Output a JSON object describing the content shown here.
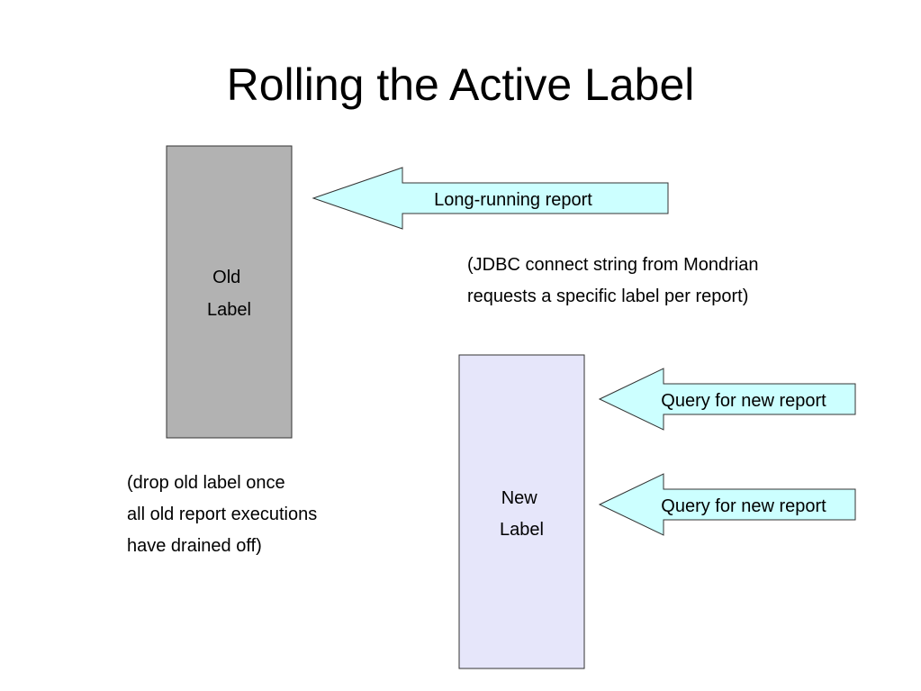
{
  "slide": {
    "title": "Rolling the Active Label"
  },
  "old_label_box": {
    "line1": "Old",
    "line2": "Label",
    "fill": "#b2b2b2"
  },
  "new_label_box": {
    "line1": "New",
    "line2": "Label",
    "fill": "#e6e6fa"
  },
  "arrows": {
    "fill": "#ccffff",
    "long_running": "Long-running report",
    "query_1": "Query for new report",
    "query_2": "Query for new report"
  },
  "notes": {
    "jdbc": {
      "line1": "(JDBC connect string from Mondrian",
      "line2": "requests a specific label per report)"
    },
    "drop": {
      "line1": "(drop old label once",
      "line2": "all old report executions",
      "line3": "have drained off)"
    }
  }
}
